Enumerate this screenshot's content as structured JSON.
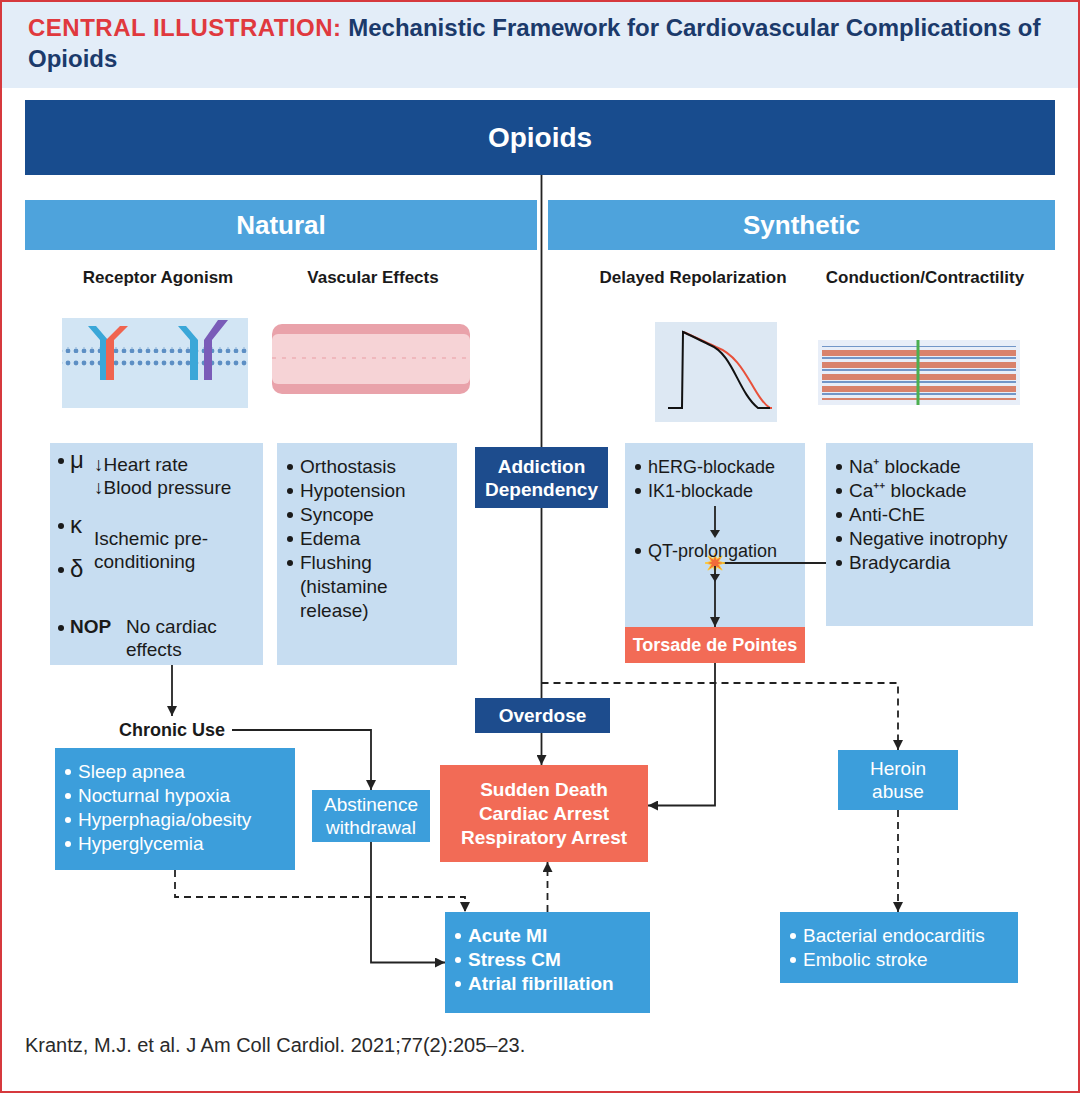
{
  "diagram": {
    "title": "CENTRAL ILLUSTRATION: Mechanistic Framework for Cardiovascular Complications of Opioids",
    "caption": "Krantz, M.J. et al. J Am Coll Cardiol. 2021;77(2):205–23.",
    "nodes": [
      {
        "text": [
          "Opioids"
        ]
      },
      {
        "text": [
          "Natural"
        ]
      },
      {
        "text": [
          "Synthetic"
        ]
      },
      {
        "text": [
          "μ",
          "↓Heart rate",
          "↓Blood pressure",
          "κ",
          "δ",
          "Ischemic pre-conditioning",
          "NOP",
          "No cardiac effects"
        ]
      },
      {
        "text": [
          "Orthostasis",
          "Hypotension",
          "Syncope",
          "Edema",
          "Flushing (histamine release)"
        ]
      },
      {
        "text": [
          "Addiction Dependency"
        ]
      },
      {
        "text": [
          "hERG-blockade",
          "IK1-blockade",
          "QT-prolongation"
        ]
      },
      {
        "text": [
          "Torsade de Pointes"
        ]
      },
      {
        "text": [
          "Na⁺ blockade",
          "Ca⁺⁺ blockade",
          "Anti-ChE",
          "Negative inotrophy",
          "Bradycardia"
        ]
      },
      {
        "text": [
          "Chronic Use"
        ]
      },
      {
        "text": [
          "Sleep apnea",
          "Nocturnal hypoxia",
          "Hyperphagia/obesity",
          "Hyperglycemia"
        ]
      },
      {
        "text": [
          "Abstinence withdrawal"
        ]
      },
      {
        "text": [
          "Overdose"
        ]
      },
      {
        "text": [
          "Sudden Death",
          "Cardiac Arrest",
          "Respiratory Arrest"
        ]
      },
      {
        "text": [
          "Acute MI",
          "Stress CM",
          "Atrial fibrillation"
        ]
      },
      {
        "text": [
          "Heroin abuse"
        ]
      },
      {
        "text": [
          "Bacterial endocarditis",
          "Embolic stroke"
        ]
      }
    ],
    "edges": [
      {
        "from": 0,
        "to": 5,
        "arrow": "none"
      },
      {
        "from": 5,
        "to": 12,
        "arrow": "none"
      },
      {
        "from": 12,
        "to": 13,
        "arrow": "to"
      },
      {
        "from": 3,
        "to": 9,
        "arrow": "to"
      },
      {
        "from": 9,
        "to": 11,
        "arrow": "to"
      },
      {
        "from": 11,
        "to": 14,
        "arrow": "to"
      },
      {
        "from": 10,
        "to": 14,
        "arrow": "to"
      },
      {
        "from": 14,
        "to": 13,
        "arrow": "to"
      },
      {
        "from": 8,
        "to": 7,
        "arrow": "to"
      },
      {
        "from": 7,
        "to": 13,
        "arrow": "to"
      },
      {
        "from": 5,
        "to": 15,
        "arrow": "to"
      },
      {
        "from": 15,
        "to": 16,
        "arrow": "to"
      }
    ],
    "labels": [
      "Receptor Agonism",
      "Vascular Effects",
      "Delayed Repolarization",
      "Conduction/Contractility"
    ]
  }
}
